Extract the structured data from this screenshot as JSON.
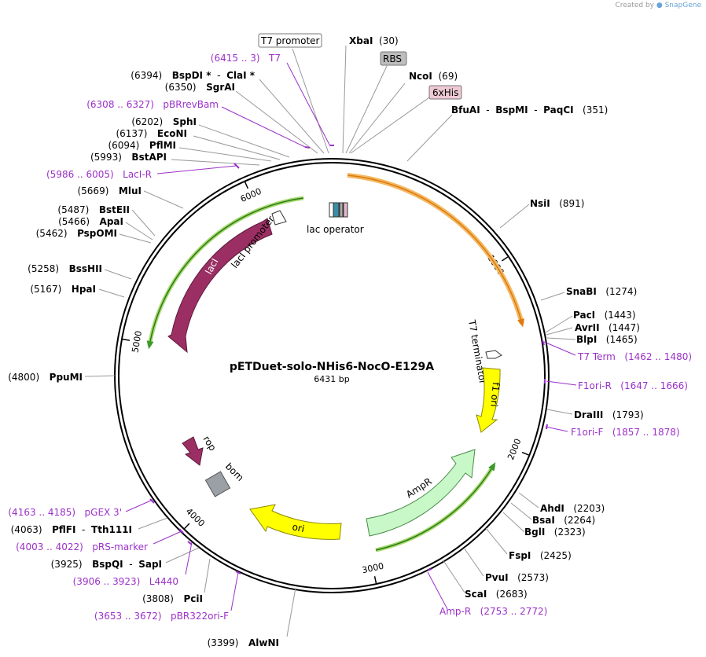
{
  "credit": {
    "prefix": "Created by",
    "brand": "SnapGene"
  },
  "plasmid": {
    "name": "pETDuet-solo-NHis6-NocO-E129A",
    "length": "6431 bp",
    "total_bp": 6431
  },
  "colors": {
    "primer": "#9b30c8",
    "lacI": "#9b2f63",
    "yellow": "#ffff00",
    "ampr": "#c8f7c8",
    "orange": "#f0a030",
    "green": "#3c9a2a",
    "bom": "#9aa0a6"
  },
  "ticks": [
    {
      "bp": 1000,
      "label": "1000"
    },
    {
      "bp": 2000,
      "label": "2000"
    },
    {
      "bp": 3000,
      "label": "3000"
    },
    {
      "bp": 4000,
      "label": "4000"
    },
    {
      "bp": 5000,
      "label": "5000"
    },
    {
      "bp": 6000,
      "label": "6000"
    }
  ],
  "features": {
    "lacI": "lacI",
    "lacI_promoter": "lacI promoter",
    "lac_operator": "lac operator",
    "t7_terminator": "T7 terminator",
    "f1_ori": "f1 ori",
    "ampr": "AmpR",
    "ori": "ori",
    "rop": "rop",
    "bom": "bom"
  },
  "boxed": {
    "t7_promoter": "T7 promoter",
    "rbs": "RBS",
    "his6": "6xHis"
  },
  "labels": [
    {
      "id": "xbai",
      "parts": [
        {
          "t": "XbaI",
          "c": "enz"
        },
        {
          "t": "  (30)",
          "c": "pos"
        }
      ]
    },
    {
      "id": "ncoi",
      "parts": [
        {
          "t": "NcoI",
          "c": "enz"
        },
        {
          "t": "  (69)",
          "c": "pos"
        }
      ]
    },
    {
      "id": "bfuai",
      "parts": [
        {
          "t": "BfuAI",
          "c": "enz"
        },
        {
          "t": "  -  ",
          "c": "pos"
        },
        {
          "t": "BspMI",
          "c": "enz"
        },
        {
          "t": "  -  ",
          "c": "pos"
        },
        {
          "t": "PaqCI",
          "c": "enz"
        },
        {
          "t": "   (351)",
          "c": "pos"
        }
      ]
    },
    {
      "id": "t7",
      "parts": [
        {
          "t": "(6415 .. 3)",
          "c": "prim"
        },
        {
          "t": "   T7",
          "c": "prim"
        }
      ]
    },
    {
      "id": "bspdi",
      "parts": [
        {
          "t": "(6394)",
          "c": "pos"
        },
        {
          "t": "   BspDI *",
          "c": "enz"
        },
        {
          "t": "  -  ",
          "c": "pos"
        },
        {
          "t": "ClaI *",
          "c": "enz"
        }
      ]
    },
    {
      "id": "sgrai",
      "parts": [
        {
          "t": "(6350)",
          "c": "pos"
        },
        {
          "t": "   SgrAI",
          "c": "enz"
        }
      ]
    },
    {
      "id": "pbrrevbam",
      "parts": [
        {
          "t": "(6308 .. 6327)",
          "c": "prim"
        },
        {
          "t": "   pBRrevBam",
          "c": "prim"
        }
      ]
    },
    {
      "id": "sphi",
      "parts": [
        {
          "t": "(6202)",
          "c": "pos"
        },
        {
          "t": "   SphI",
          "c": "enz"
        }
      ]
    },
    {
      "id": "econi",
      "parts": [
        {
          "t": "(6137)",
          "c": "pos"
        },
        {
          "t": "   EcoNI",
          "c": "enz"
        }
      ]
    },
    {
      "id": "pflmi",
      "parts": [
        {
          "t": "(6094)",
          "c": "pos"
        },
        {
          "t": "   PflMI",
          "c": "enz"
        }
      ]
    },
    {
      "id": "bstapi",
      "parts": [
        {
          "t": "(5993)",
          "c": "pos"
        },
        {
          "t": "   BstAPI",
          "c": "enz"
        }
      ]
    },
    {
      "id": "laci_r",
      "parts": [
        {
          "t": "(5986 .. 6005)",
          "c": "prim"
        },
        {
          "t": "   LacI-R",
          "c": "prim"
        }
      ]
    },
    {
      "id": "mlui",
      "parts": [
        {
          "t": "(5669)",
          "c": "pos"
        },
        {
          "t": "   MluI",
          "c": "enz"
        }
      ]
    },
    {
      "id": "bsteii",
      "parts": [
        {
          "t": "(5487)",
          "c": "pos"
        },
        {
          "t": "   BstEII",
          "c": "enz"
        }
      ]
    },
    {
      "id": "apai",
      "parts": [
        {
          "t": "(5466)",
          "c": "pos"
        },
        {
          "t": "   ApaI",
          "c": "enz"
        }
      ]
    },
    {
      "id": "pspomi",
      "parts": [
        {
          "t": "(5462)",
          "c": "pos"
        },
        {
          "t": "   PspOMI",
          "c": "enz"
        }
      ]
    },
    {
      "id": "bsshii",
      "parts": [
        {
          "t": "(5258)",
          "c": "pos"
        },
        {
          "t": "   BssHII",
          "c": "enz"
        }
      ]
    },
    {
      "id": "hpai",
      "parts": [
        {
          "t": "(5167)",
          "c": "pos"
        },
        {
          "t": "   HpaI",
          "c": "enz"
        }
      ]
    },
    {
      "id": "ppumi",
      "parts": [
        {
          "t": "(4800)",
          "c": "pos"
        },
        {
          "t": "   PpuMI",
          "c": "enz"
        }
      ]
    },
    {
      "id": "pgex3",
      "parts": [
        {
          "t": "(4163 .. 4185)",
          "c": "prim"
        },
        {
          "t": "   pGEX 3'",
          "c": "prim"
        }
      ]
    },
    {
      "id": "pflfi",
      "parts": [
        {
          "t": "(4063)",
          "c": "pos"
        },
        {
          "t": "   PflFI",
          "c": "enz"
        },
        {
          "t": "  -  ",
          "c": "pos"
        },
        {
          "t": "Tth111I",
          "c": "enz"
        }
      ]
    },
    {
      "id": "prsmarker",
      "parts": [
        {
          "t": "(4003 .. 4022)",
          "c": "prim"
        },
        {
          "t": "   pRS-marker",
          "c": "prim"
        }
      ]
    },
    {
      "id": "bspqi",
      "parts": [
        {
          "t": "(3925)",
          "c": "pos"
        },
        {
          "t": "   BspQI",
          "c": "enz"
        },
        {
          "t": "  -  ",
          "c": "pos"
        },
        {
          "t": "SapI",
          "c": "enz"
        }
      ]
    },
    {
      "id": "l4440",
      "parts": [
        {
          "t": "(3906 .. 3923)",
          "c": "prim"
        },
        {
          "t": "   L4440",
          "c": "prim"
        }
      ]
    },
    {
      "id": "pcii",
      "parts": [
        {
          "t": "(3808)",
          "c": "pos"
        },
        {
          "t": "   PciI",
          "c": "enz"
        }
      ]
    },
    {
      "id": "pbr322ori",
      "parts": [
        {
          "t": "(3653 .. 3672)",
          "c": "prim"
        },
        {
          "t": "   pBR322ori-F",
          "c": "prim"
        }
      ]
    },
    {
      "id": "alwni",
      "parts": [
        {
          "t": "(3399)",
          "c": "pos"
        },
        {
          "t": "   AlwNI",
          "c": "enz"
        }
      ]
    },
    {
      "id": "nsii",
      "parts": [
        {
          "t": "NsiI",
          "c": "enz"
        },
        {
          "t": "   (891)",
          "c": "pos"
        }
      ]
    },
    {
      "id": "snabi",
      "parts": [
        {
          "t": "SnaBI",
          "c": "enz"
        },
        {
          "t": "   (1274)",
          "c": "pos"
        }
      ]
    },
    {
      "id": "paci",
      "parts": [
        {
          "t": "PacI",
          "c": "enz"
        },
        {
          "t": "   (1443)",
          "c": "pos"
        }
      ]
    },
    {
      "id": "avrii",
      "parts": [
        {
          "t": "AvrII",
          "c": "enz"
        },
        {
          "t": "   (1447)",
          "c": "pos"
        }
      ]
    },
    {
      "id": "blpi",
      "parts": [
        {
          "t": "BlpI",
          "c": "enz"
        },
        {
          "t": "   (1465)",
          "c": "pos"
        }
      ]
    },
    {
      "id": "t7term",
      "parts": [
        {
          "t": "T7 Term",
          "c": "prim"
        },
        {
          "t": "   (1462 .. 1480)",
          "c": "prim"
        }
      ]
    },
    {
      "id": "f1orir",
      "parts": [
        {
          "t": "F1ori-R",
          "c": "prim"
        },
        {
          "t": "   (1647 .. 1666)",
          "c": "prim"
        }
      ]
    },
    {
      "id": "draiii",
      "parts": [
        {
          "t": "DraIII",
          "c": "enz"
        },
        {
          "t": "   (1793)",
          "c": "pos"
        }
      ]
    },
    {
      "id": "f1orif",
      "parts": [
        {
          "t": "F1ori-F",
          "c": "prim"
        },
        {
          "t": "   (1857 .. 1878)",
          "c": "prim"
        }
      ]
    },
    {
      "id": "ahdi",
      "parts": [
        {
          "t": "AhdI",
          "c": "enz"
        },
        {
          "t": "   (2203)",
          "c": "pos"
        }
      ]
    },
    {
      "id": "bsai",
      "parts": [
        {
          "t": "BsaI",
          "c": "enz"
        },
        {
          "t": "   (2264)",
          "c": "pos"
        }
      ]
    },
    {
      "id": "bgli",
      "parts": [
        {
          "t": "BglI",
          "c": "enz"
        },
        {
          "t": "   (2323)",
          "c": "pos"
        }
      ]
    },
    {
      "id": "fspi",
      "parts": [
        {
          "t": "FspI",
          "c": "enz"
        },
        {
          "t": "   (2425)",
          "c": "pos"
        }
      ]
    },
    {
      "id": "pvui",
      "parts": [
        {
          "t": "PvuI",
          "c": "enz"
        },
        {
          "t": "   (2573)",
          "c": "pos"
        }
      ]
    },
    {
      "id": "scai",
      "parts": [
        {
          "t": "ScaI",
          "c": "enz"
        },
        {
          "t": "   (2683)",
          "c": "pos"
        }
      ]
    },
    {
      "id": "ampr_primer",
      "parts": [
        {
          "t": "Amp-R",
          "c": "prim"
        },
        {
          "t": "   (2753 .. 2772)",
          "c": "prim"
        }
      ]
    }
  ]
}
